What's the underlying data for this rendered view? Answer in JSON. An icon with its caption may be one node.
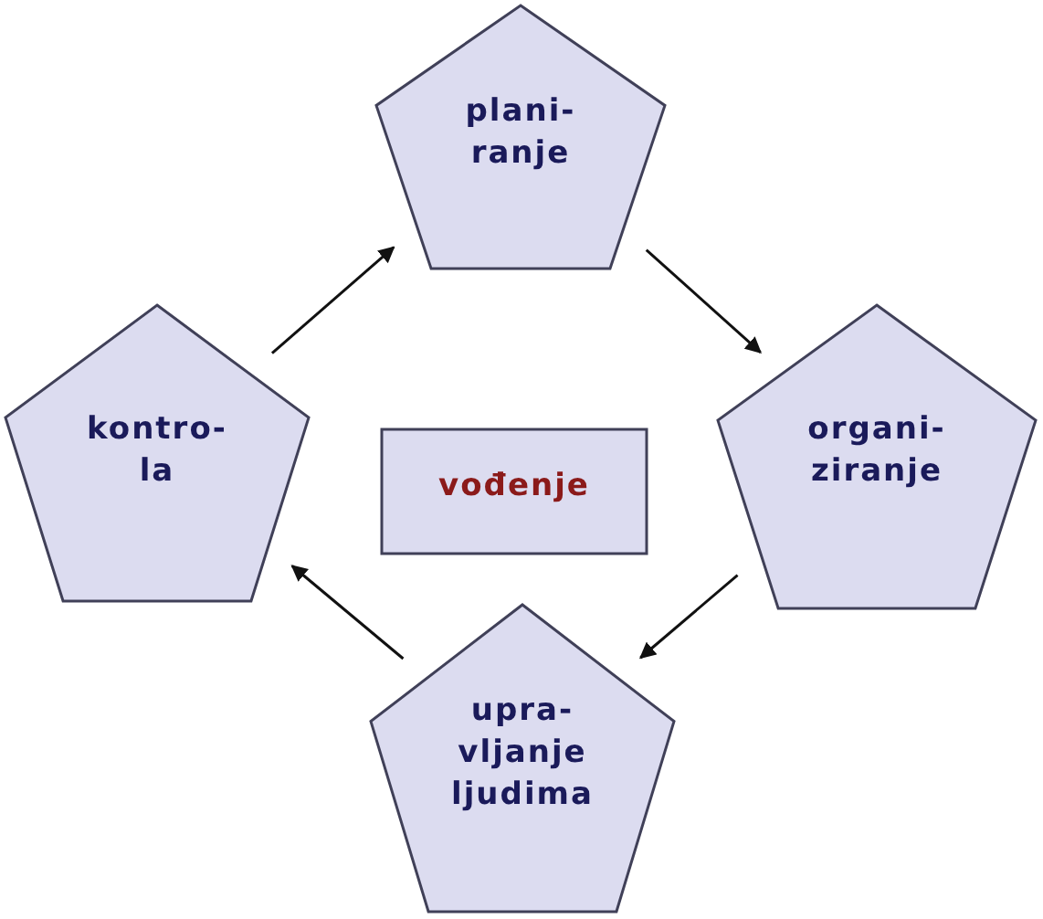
{
  "diagram": {
    "nodes": [
      {
        "text": [
          "plani- ranje"
        ]
      },
      {
        "text": [
          "organi- ziranje"
        ]
      },
      {
        "text": [
          "upra- vljanje ljudima"
        ]
      },
      {
        "text": [
          "kontro- la"
        ]
      },
      {
        "text": [
          "vođenje"
        ]
      }
    ],
    "edges": [
      {
        "from": 3,
        "to": 0,
        "arrow": "to"
      },
      {
        "from": 0,
        "to": 1,
        "arrow": "to"
      },
      {
        "from": 1,
        "to": 2,
        "arrow": "to"
      },
      {
        "from": 2,
        "to": 3,
        "arrow": "to"
      }
    ]
  }
}
